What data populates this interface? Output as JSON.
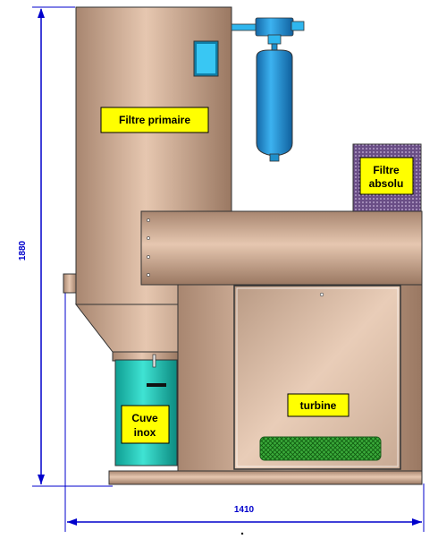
{
  "labels": {
    "filtre_primaire": "Filtre primaire",
    "filtre_absolu_line1": "Filtre",
    "filtre_absolu_line2": "absolu",
    "turbine": "turbine",
    "cuve_line1": "Cuve",
    "cuve_line2": "inox"
  },
  "dimensions": {
    "height": "1880",
    "width": "1410"
  },
  "colors": {
    "body": "#c9a58c",
    "cuve": "#1ac6b8",
    "tank": "#2a9de0",
    "label": "#ffff00",
    "dimension": "#0000cc",
    "filter": "#6b4f86",
    "mesh": "#2e9b2e"
  }
}
